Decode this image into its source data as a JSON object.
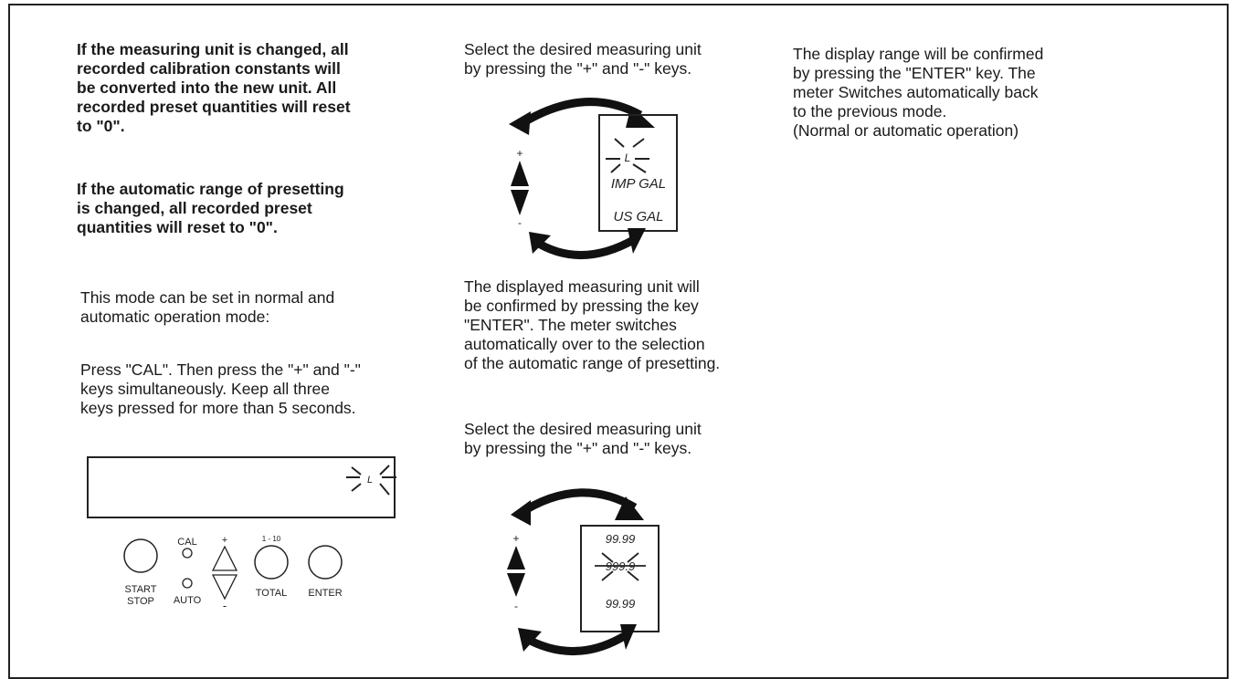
{
  "warning1": "If the measuring unit is changed, all\nrecorded calibration constants will\nbe converted into the new unit. All\nrecorded preset quantities will reset\nto \"0\".",
  "warning2": "If the automatic range of presetting\nis changed, all recorded preset\nquantities will reset to \"0\".",
  "mode_text": "This mode can be set in normal and\nautomatic operation mode:",
  "press_text": "Press \"CAL\".  Then press the \"+\" and \"-\"\nkeys simultaneously. Keep all three\nkeys pressed for more than 5 seconds.",
  "select_text_1": "Select the desired measuring unit\nby pressing the \"+\" and \"-\" keys.",
  "confirm_unit_text": "The displayed measuring unit will\nbe confirmed by pressing the key\n\"ENTER\". The meter switches\nautomatically over to the selection\nof the automatic range of presetting.",
  "select_text_2": "Select the desired measuring unit\nby pressing the \"+\" and \"-\" keys.",
  "range_confirm_text": "The display range will be confirmed\nby pressing the \"ENTER\" key. The\nmeter Switches automatically back\nto the previous mode.\n(Normal or automatic operation)",
  "panel": {
    "display_unit": "L",
    "start_stop_label": "START\nSTOP",
    "cal_label": "CAL",
    "auto_label": "AUTO",
    "plus_label": "+",
    "minus_label": "-",
    "range_label": "1 - 10",
    "total_label": "TOTAL",
    "enter_label": "ENTER"
  },
  "diagram1": {
    "plus": "+",
    "minus": "-",
    "units": [
      "L",
      "IMP GAL",
      "US GAL"
    ]
  },
  "diagram2": {
    "plus": "+",
    "minus": "-",
    "ranges": [
      "99.99",
      "999.9",
      "99.99"
    ]
  }
}
